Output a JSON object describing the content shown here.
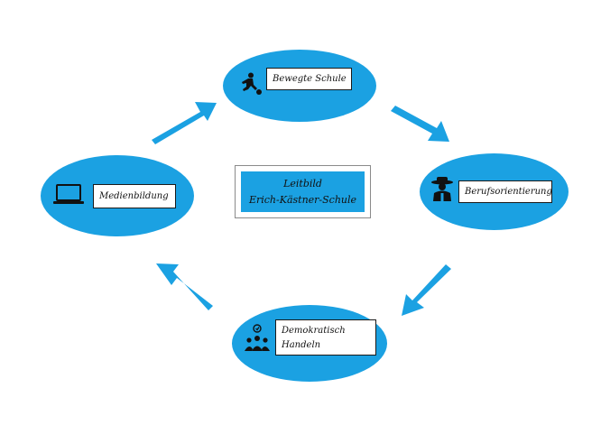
{
  "center": {
    "line1": "Leitbild",
    "line2": "Erich-Kästner-Schule"
  },
  "nodes": {
    "top": {
      "label": "Bewegte Schule",
      "icon": "soccer-player-icon"
    },
    "right": {
      "label": "Berufsorientierung",
      "icon": "farmer-icon"
    },
    "bottom": {
      "label_line1": "Demokratisch",
      "label_line2": "Handeln",
      "icon": "people-group-icon"
    },
    "left": {
      "label": "Medienbildung",
      "icon": "laptop-icon"
    }
  },
  "colors": {
    "ellipse": "#1ba1e2",
    "arrow": "#1ba1e2",
    "label_bg": "#ffffff"
  }
}
